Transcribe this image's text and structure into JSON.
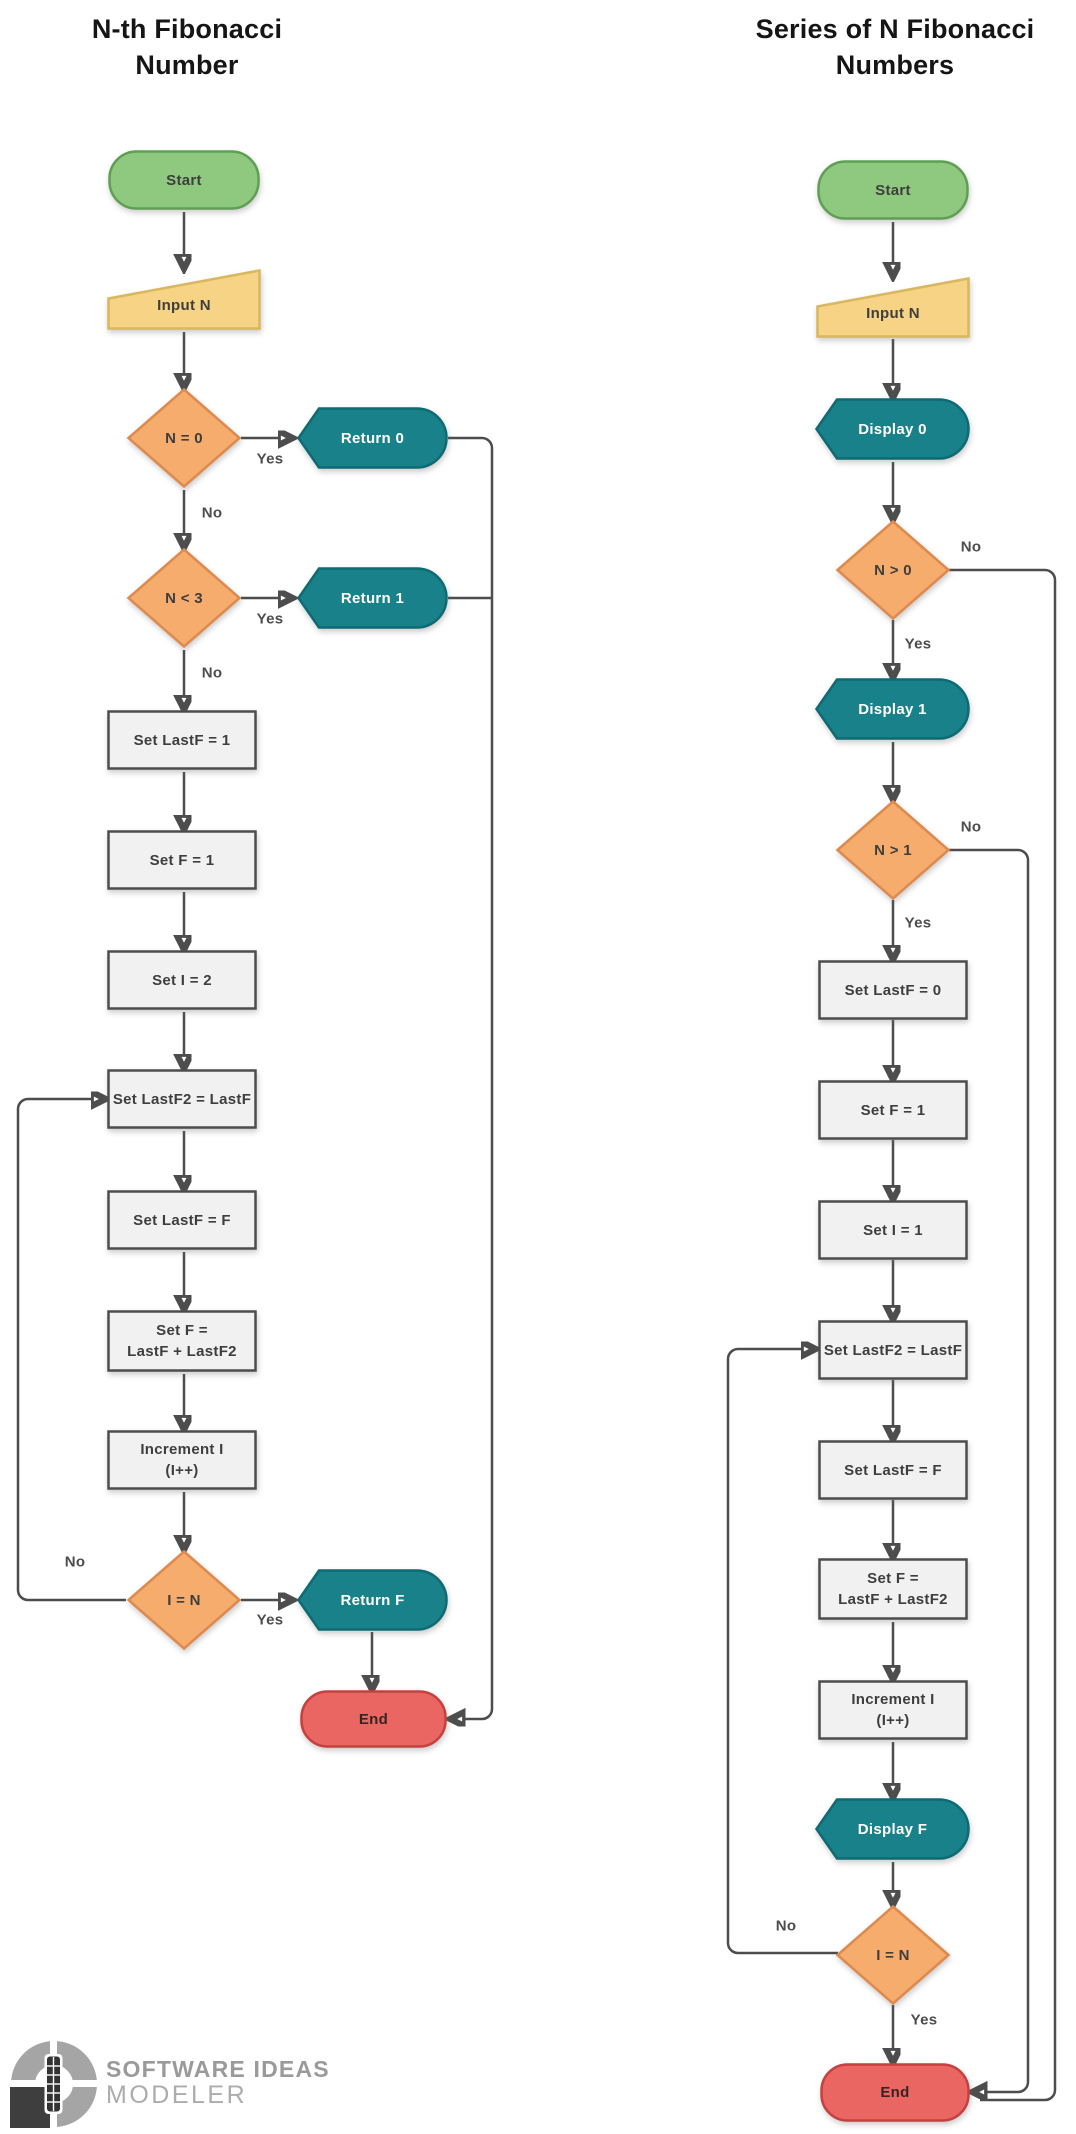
{
  "palette": {
    "terminator_green_fill": "#8FC97F",
    "terminator_green_stroke": "#5F9F54",
    "input_yellow_fill": "#F6D385",
    "input_yellow_stroke": "#D9B75F",
    "decision_orange_fill": "#F5AC6C",
    "decision_orange_stroke": "#DE8A4F",
    "display_teal_fill": "#19818A",
    "display_teal_stroke": "#0E6A73",
    "process_gray_fill": "#F1F1F1",
    "process_gray_stroke": "#4D4D4D",
    "end_red_fill": "#E96663",
    "end_red_stroke": "#C5403E",
    "connector_color": "#4D4D4D"
  },
  "left": {
    "title_line1": "N-th Fibonacci",
    "title_line2": "Number",
    "nodes": {
      "start": "Start",
      "input_n": "Input N",
      "n_eq_0": "N = 0",
      "return_0": "Return 0",
      "n_lt_3": "N < 3",
      "return_1": "Return 1",
      "set_lastf_1": "Set LastF = 1",
      "set_f_1": "Set F = 1",
      "set_i_2": "Set I = 2",
      "set_lastf2": "Set LastF2 = LastF",
      "set_lastf_f": "Set LastF = F",
      "set_f_sum_1": "Set F =",
      "set_f_sum_2": "LastF + LastF2",
      "increment_1": "Increment I",
      "increment_2": "(I++)",
      "i_eq_n": "I = N",
      "return_f": "Return F",
      "end": "End"
    },
    "edge_labels": {
      "n_eq_0_yes": "Yes",
      "n_eq_0_no": "No",
      "n_lt_3_yes": "Yes",
      "n_lt_3_no": "No",
      "loop_no": "No",
      "i_eq_n_yes": "Yes"
    }
  },
  "right": {
    "title_line1": "Series of N Fibonacci",
    "title_line2": "Numbers",
    "nodes": {
      "start": "Start",
      "input_n": "Input N",
      "display_0": "Display 0",
      "n_gt_0": "N > 0",
      "display_1": "Display 1",
      "n_gt_1": "N > 1",
      "set_lastf_0": "Set LastF = 0",
      "set_f_1": "Set F = 1",
      "set_i_1": "Set I = 1",
      "set_lastf2": "Set LastF2 = LastF",
      "set_lastf_f": "Set LastF = F",
      "set_f_sum_1": "Set F =",
      "set_f_sum_2": "LastF + LastF2",
      "increment_1": "Increment I",
      "increment_2": "(I++)",
      "display_f": "Display F",
      "i_eq_n": "I = N",
      "end": "End"
    },
    "edge_labels": {
      "n_gt_0_no": "No",
      "n_gt_0_yes": "Yes",
      "n_gt_1_no": "No",
      "n_gt_1_yes": "Yes",
      "loop_no": "No",
      "i_eq_n_yes": "Yes"
    }
  },
  "logo": {
    "line1": "SOFTWARE IDEAS",
    "line2": "MODELER"
  }
}
